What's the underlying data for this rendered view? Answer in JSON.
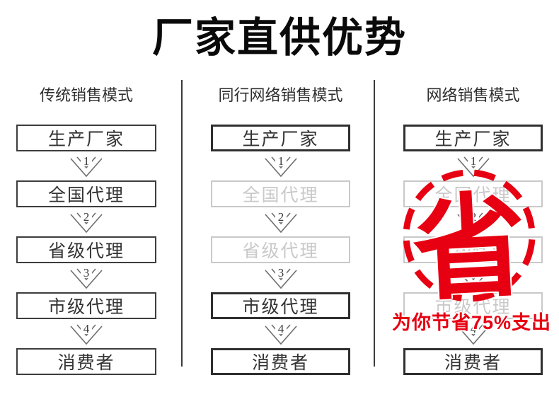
{
  "title": "厂家直供优势",
  "columns": [
    {
      "header": "传统销售模式",
      "steps": [
        {
          "label": "生产厂家",
          "state": "active",
          "weight": "thin"
        },
        {
          "label": "全国代理",
          "state": "active",
          "weight": "thin"
        },
        {
          "label": "省级代理",
          "state": "active",
          "weight": "thin"
        },
        {
          "label": "市级代理",
          "state": "active",
          "weight": "thin"
        },
        {
          "label": "消费者",
          "state": "active",
          "weight": "thin"
        }
      ],
      "arrow_numbers": [
        "1",
        "2",
        "3",
        "4"
      ]
    },
    {
      "header": "同行网络销售模式",
      "steps": [
        {
          "label": "生产厂家",
          "state": "active",
          "weight": "thick"
        },
        {
          "label": "全国代理",
          "state": "inactive",
          "weight": "thin"
        },
        {
          "label": "省级代理",
          "state": "inactive",
          "weight": "thin"
        },
        {
          "label": "市级代理",
          "state": "active",
          "weight": "thick"
        },
        {
          "label": "消费者",
          "state": "active",
          "weight": "thick"
        }
      ],
      "arrow_numbers": [
        "1",
        "2",
        "3",
        "4"
      ]
    },
    {
      "header": "网络销售模式",
      "steps": [
        {
          "label": "生产厂家",
          "state": "active",
          "weight": "thick"
        },
        {
          "label": "全国代理",
          "state": "inactive",
          "weight": "thin"
        },
        {
          "label": "省级代理",
          "state": "inactive",
          "weight": "thin"
        },
        {
          "label": "市级代理",
          "state": "inactive",
          "weight": "thin"
        },
        {
          "label": "消费者",
          "state": "active",
          "weight": "thick"
        }
      ],
      "arrow_numbers": [
        "1",
        "2",
        "3",
        "4"
      ]
    }
  ],
  "stamp": {
    "character": "省",
    "caption": "为你节省75%支出"
  },
  "colors": {
    "accent_red": "#e60012",
    "box_dark": "#3d3d3d",
    "box_inactive": "#c9c9c9"
  }
}
